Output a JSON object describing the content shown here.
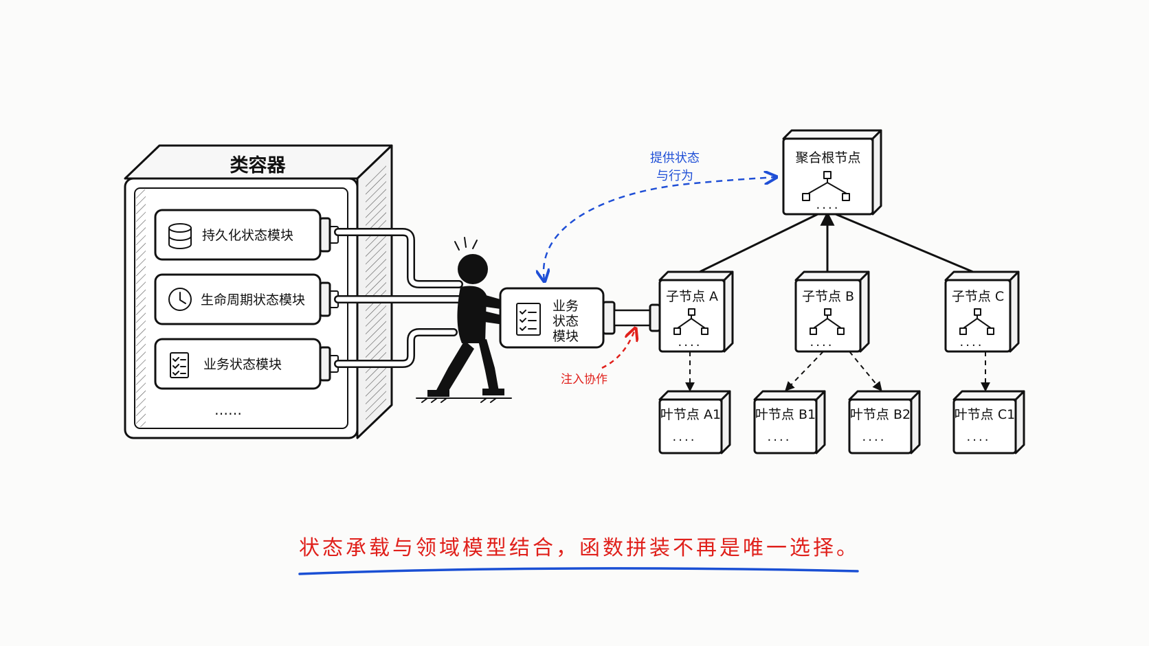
{
  "container": {
    "title": "类容器",
    "modules": [
      {
        "label": "持久化状态模块",
        "icon": "database-icon"
      },
      {
        "label": "生命周期状态模块",
        "icon": "clock-icon"
      },
      {
        "label": "业务状态模块",
        "icon": "checklist-icon"
      }
    ],
    "more": "……"
  },
  "business_module": {
    "lines": [
      "业务",
      "状态",
      "模块"
    ],
    "icon": "checklist-icon"
  },
  "annotations": {
    "provide_line1": "提供状态",
    "provide_line2": "与行为",
    "inject": "注入协作"
  },
  "tree": {
    "root": {
      "label": "聚合根节点",
      "dots": "...."
    },
    "children": [
      {
        "label": "子节点 A",
        "dots": "...."
      },
      {
        "label": "子节点 B",
        "dots": "...."
      },
      {
        "label": "子节点 C",
        "dots": "...."
      }
    ],
    "leaves": [
      {
        "label": "叶节点 A1",
        "dots": "...."
      },
      {
        "label": "叶节点 B1",
        "dots": "...."
      },
      {
        "label": "叶节点 B2",
        "dots": "...."
      },
      {
        "label": "叶节点 C1",
        "dots": "...."
      }
    ]
  },
  "caption": "状态承载与领域模型结合，函数拼装不再是唯一选择。",
  "colors": {
    "ink": "#111111",
    "blue": "#1f4fd6",
    "red": "#e0201b",
    "underline": "#1a4fd4"
  }
}
